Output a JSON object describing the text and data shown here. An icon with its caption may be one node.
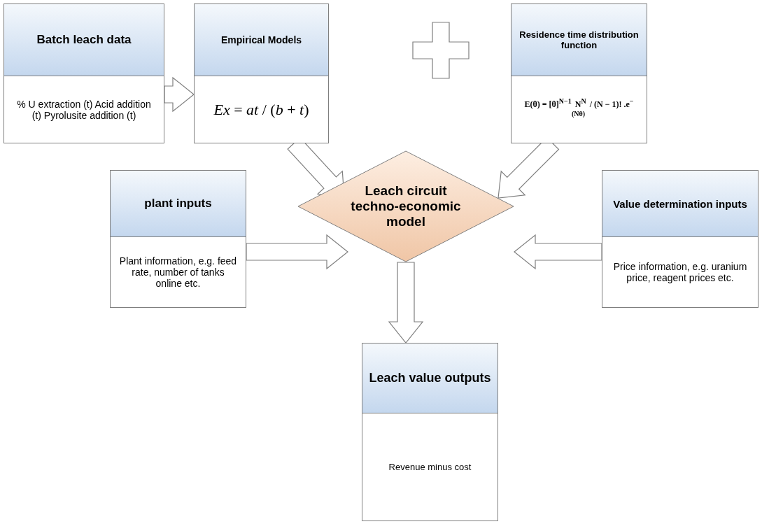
{
  "diagram": {
    "nodes": [
      {
        "text": [
          "Batch leach data",
          "% U extraction (t) Acid addition (t) Pyrolusite addition (t)"
        ]
      },
      {
        "text": [
          "Empirical Models",
          "*Ex* = *at* / (*b* + *t*)"
        ]
      },
      {
        "text": [
          "Residence time distribution function",
          "E(θ) = [θ]$^{N−1}$ N$^{N}$ / (N − 1)! .e$^{−(Nθ)}$"
        ]
      },
      {
        "text": [
          "Leach circuit techno-economic model"
        ]
      },
      {
        "text": [
          "plant inputs",
          "Plant information, e.g. feed rate, number of tanks online etc."
        ]
      },
      {
        "text": [
          "Value determination inputs",
          "Price information, e.g. uranium price, reagent prices etc."
        ]
      },
      {
        "text": [
          "Leach value outputs",
          "Revenue minus cost"
        ]
      }
    ],
    "edges": [
      {
        "from": 0,
        "to": 1,
        "arrow": "to"
      },
      {
        "from": 1,
        "to": 3,
        "arrow": "to"
      },
      {
        "from": 2,
        "to": 3,
        "arrow": "to"
      },
      {
        "from": 4,
        "to": 3,
        "arrow": "to"
      },
      {
        "from": 5,
        "to": 3,
        "arrow": "to"
      },
      {
        "from": 3,
        "to": 6,
        "arrow": "to"
      }
    ]
  }
}
